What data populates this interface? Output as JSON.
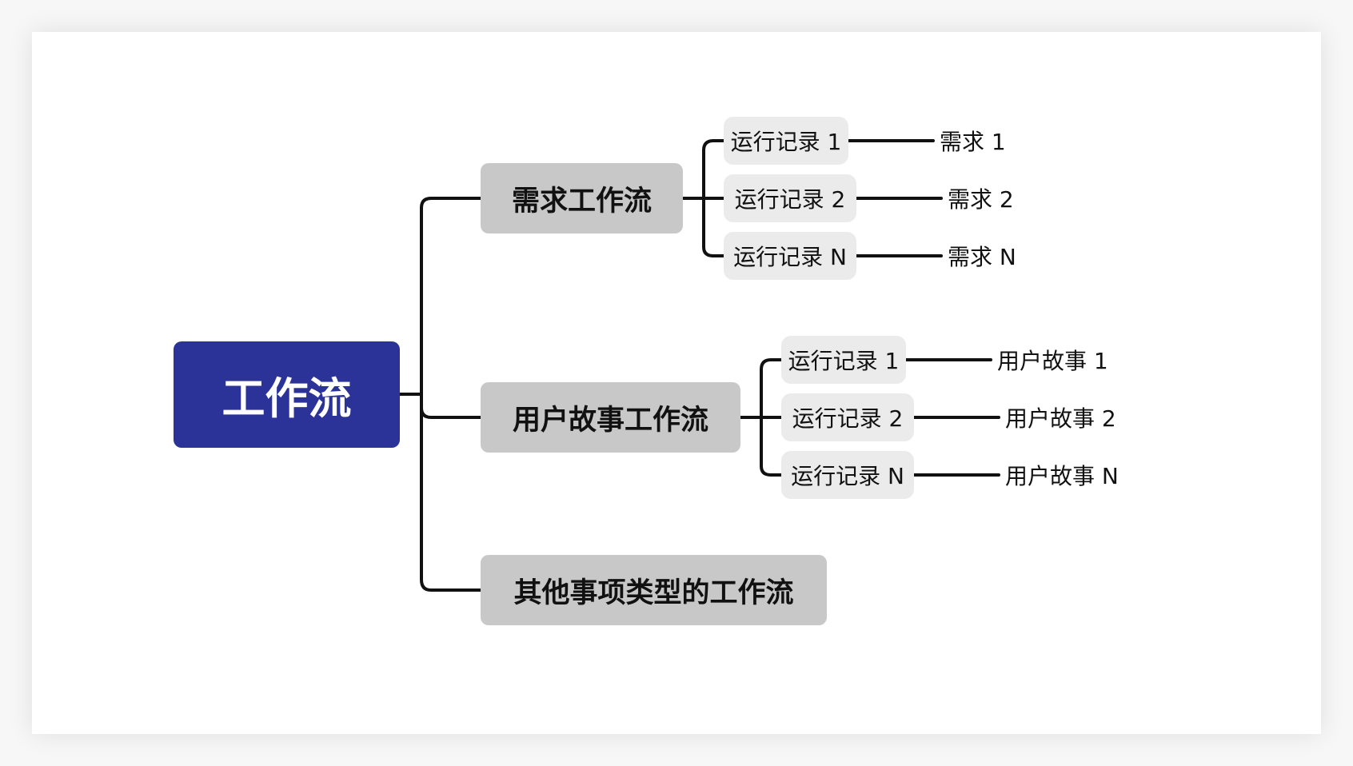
{
  "root": {
    "label": "工作流",
    "color": "#2b3399"
  },
  "workflows": [
    {
      "label": "需求工作流",
      "runs": [
        {
          "label": "运行记录 1",
          "item": "需求 1"
        },
        {
          "label": "运行记录 2",
          "item": "需求 2"
        },
        {
          "label": "运行记录 N",
          "item": "需求 N"
        }
      ]
    },
    {
      "label": "用户故事工作流",
      "runs": [
        {
          "label": "运行记录 1",
          "item": "用户故事 1"
        },
        {
          "label": "运行记录 2",
          "item": "用户故事 2"
        },
        {
          "label": "运行记录 N",
          "item": "用户故事 N"
        }
      ]
    },
    {
      "label": "其他事项类型的工作流",
      "runs": []
    }
  ]
}
